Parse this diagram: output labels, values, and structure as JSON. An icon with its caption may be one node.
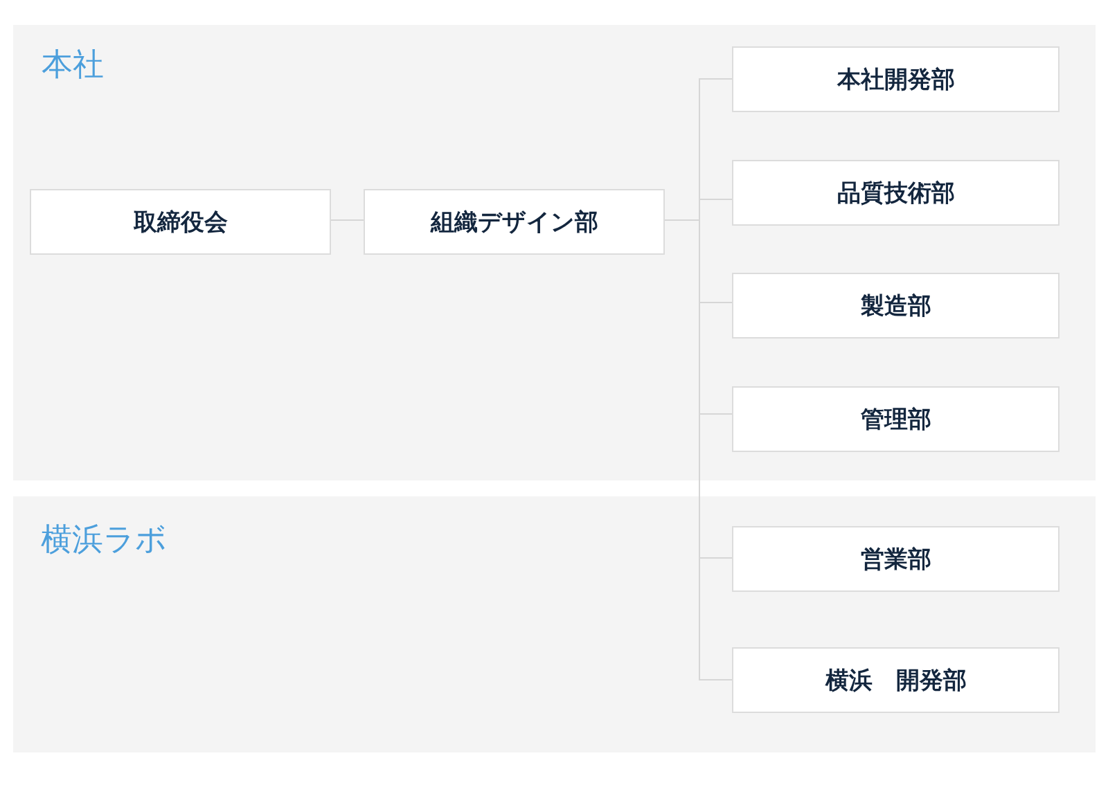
{
  "diagram": {
    "nodes": [
      {
        "text": [
          "本社"
        ]
      },
      {
        "text": [
          "取締役会"
        ],
        "in": 0
      },
      {
        "text": [
          "組織デザイン部"
        ],
        "in": 0
      },
      {
        "text": [
          "本社開発部"
        ],
        "in": 0
      },
      {
        "text": [
          "品質技術部"
        ],
        "in": 0
      },
      {
        "text": [
          "製造部"
        ],
        "in": 0
      },
      {
        "text": [
          "管理部"
        ],
        "in": 0
      },
      {
        "text": [
          "横浜ラボ"
        ]
      },
      {
        "text": [
          "営業部"
        ],
        "in": 7
      },
      {
        "text": [
          "横浜　開発部"
        ],
        "in": 7
      }
    ],
    "edges": [
      {
        "from": 1,
        "to": 2,
        "arrow": "none"
      },
      {
        "from": 2,
        "to": 3,
        "arrow": "none"
      },
      {
        "from": 2,
        "to": 4,
        "arrow": "none"
      },
      {
        "from": 2,
        "to": 5,
        "arrow": "none"
      },
      {
        "from": 2,
        "to": 6,
        "arrow": "none"
      },
      {
        "from": 2,
        "to": 8,
        "arrow": "none"
      },
      {
        "from": 2,
        "to": 9,
        "arrow": "none"
      }
    ]
  }
}
